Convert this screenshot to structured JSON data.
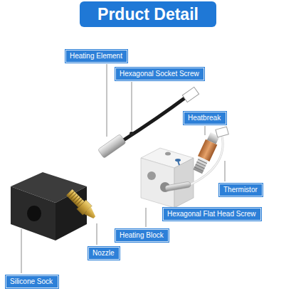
{
  "diagram": {
    "title": "Prduct Detail",
    "nodes": [
      {
        "text": [
          "Heating Element"
        ]
      },
      {
        "text": [
          "Hexagonal Socket Screw"
        ]
      },
      {
        "text": [
          "Heatbreak"
        ]
      },
      {
        "text": [
          "Thermistor"
        ]
      },
      {
        "text": [
          "Hexagonal Flat Head Screw"
        ]
      },
      {
        "text": [
          "Heating Block"
        ]
      },
      {
        "text": [
          "Nozzle"
        ]
      },
      {
        "text": [
          "Silicone Sock"
        ]
      }
    ]
  }
}
